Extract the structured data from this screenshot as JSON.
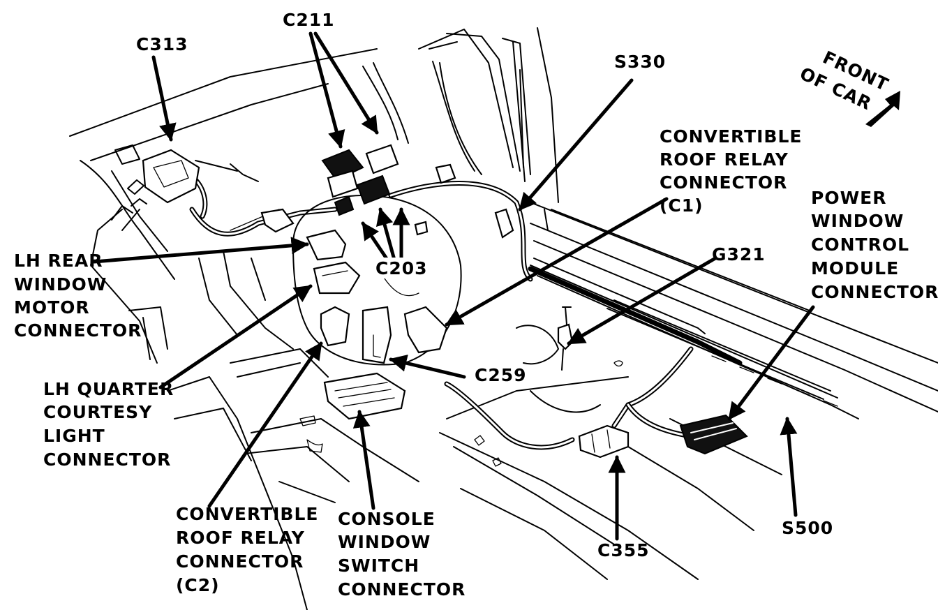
{
  "diagram": {
    "labels": {
      "c313": "C313",
      "c211": "C211",
      "s330": "S330",
      "front_of_car_line1": "FRONT",
      "front_of_car_line2": "OF CAR",
      "conv_roof_relay_c1": [
        "CONVERTIBLE",
        "ROOF RELAY",
        "CONNECTOR",
        "(C1)"
      ],
      "power_window_module": [
        "POWER",
        "WINDOW",
        "CONTROL",
        "MODULE",
        "CONNECTOR"
      ],
      "g321": "G321",
      "lh_rear_window_motor": [
        "LH REAR",
        "WINDOW",
        "MOTOR",
        "CONNECTOR"
      ],
      "c203": "C203",
      "lh_quarter_courtesy": [
        "LH QUARTER",
        "COURTESY",
        "LIGHT",
        "CONNECTOR"
      ],
      "c259": "C259",
      "conv_roof_relay_c2": [
        "CONVERTIBLE",
        "ROOF RELAY",
        "CONNECTOR",
        "(C2)"
      ],
      "console_window_switch": [
        "CONSOLE",
        "WINDOW",
        "SWITCH",
        "CONNECTOR"
      ],
      "c355": "C355",
      "s500": "S500"
    },
    "colors": {
      "ink": "#000000",
      "paper": "#ffffff"
    }
  }
}
